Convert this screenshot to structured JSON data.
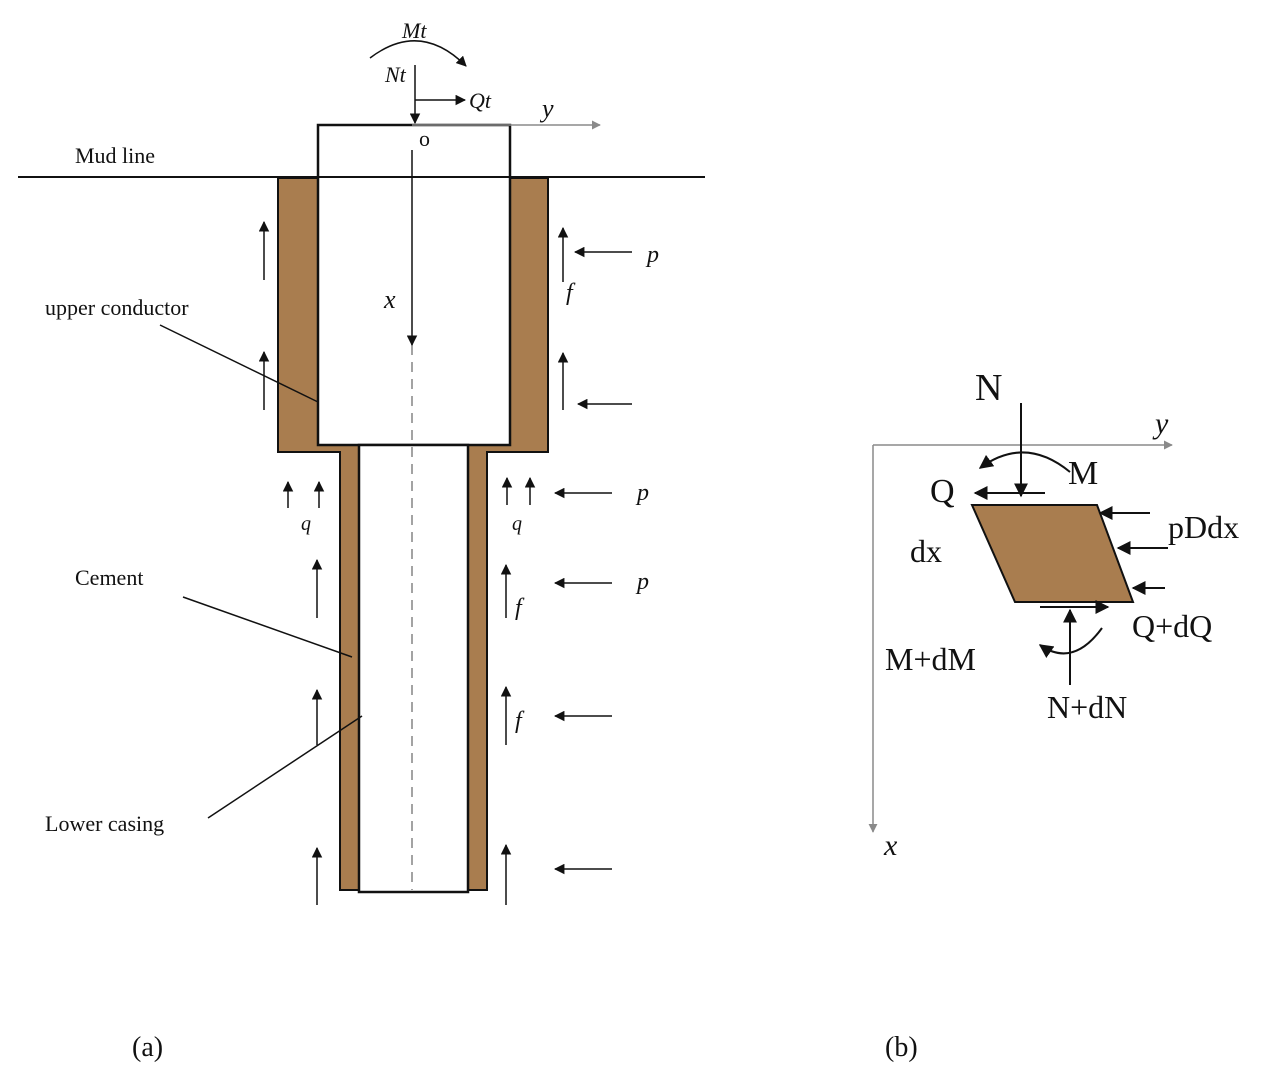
{
  "figure_a": {
    "caption": "(a)",
    "mud_line": "Mud line",
    "upper_conductor": "upper conductor",
    "cement": "Cement",
    "lower_casing": "Lower casing",
    "Mt": "Mt",
    "Nt": "Nt",
    "Qt": "Qt",
    "origin": "o",
    "y_axis": "y",
    "x_axis": "x",
    "p": "p",
    "f": "f",
    "q": "q"
  },
  "figure_b": {
    "caption": "(b)",
    "N": "N",
    "M": "M",
    "Q": "Q",
    "dx": "dx",
    "pDdx": "pDdx",
    "QdQ": "Q+dQ",
    "MdM": "M+dM",
    "NdN": "N+dN",
    "y_axis": "y",
    "x_axis": "x"
  },
  "colors": {
    "cement": "#a97d4f",
    "ink": "#111111",
    "axis": "#8a8a8a"
  }
}
